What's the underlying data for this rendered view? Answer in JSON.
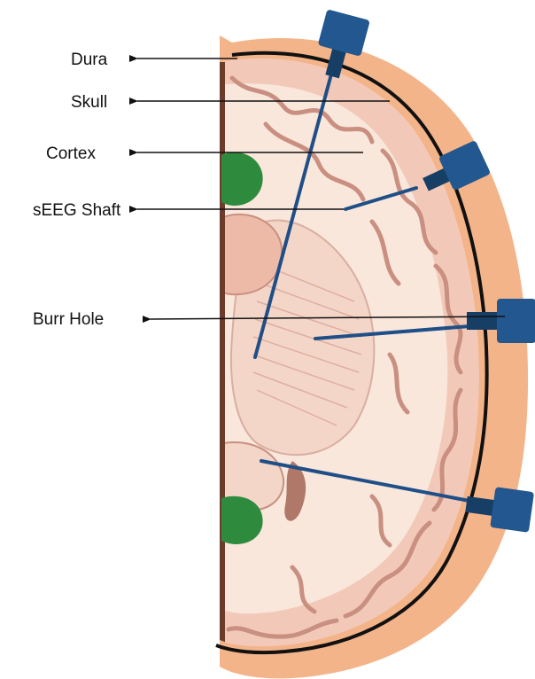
{
  "diagram": {
    "labels": {
      "dura": "Dura",
      "skull": "Skull",
      "cortex": "Cortex",
      "seeg_shaft": "sEEG Shaft",
      "burr_hole": "Burr Hole"
    },
    "colors": {
      "skull": "#f4b48a",
      "dura_line": "#111111",
      "cortex": "#f2c9b8",
      "gyrus_outline": "#c98f80",
      "white_matter": "#f9e7dc",
      "deep_structure": "#f3d6c8",
      "ventricle": "#b07868",
      "green_structure": "#2e8b3e",
      "electrode_cap": "#22578f",
      "electrode_connector": "#173f66",
      "electrode_shaft": "#1f4f86",
      "arrow": "#111111"
    }
  }
}
